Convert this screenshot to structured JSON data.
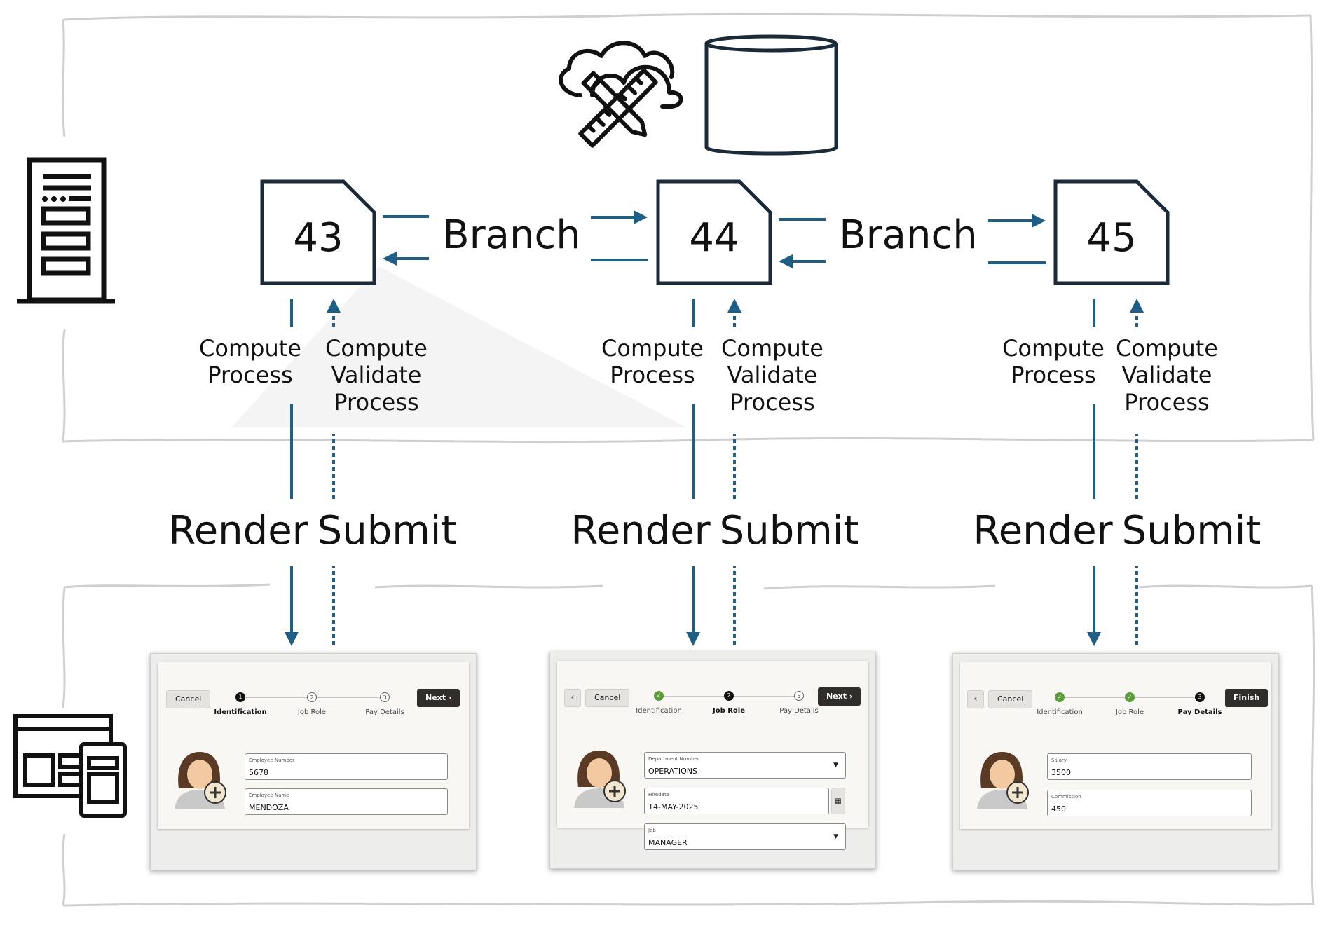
{
  "branch_label": "Branch",
  "pages": [
    {
      "number": "43",
      "compute_process": [
        "Compute",
        "Process"
      ],
      "compute_validate": [
        "Compute",
        "Validate",
        "Process"
      ],
      "render": "Render",
      "submit": "Submit"
    },
    {
      "number": "44",
      "compute_process": [
        "Compute",
        "Process"
      ],
      "compute_validate": [
        "Compute",
        "Validate",
        "Process"
      ],
      "render": "Render",
      "submit": "Submit"
    },
    {
      "number": "45",
      "compute_process": [
        "Compute",
        "Process"
      ],
      "compute_validate": [
        "Compute",
        "Validate",
        "Process"
      ],
      "render": "Render",
      "submit": "Submit"
    }
  ],
  "screens": [
    {
      "cancel": "Cancel",
      "action": "Next ›",
      "steps": [
        "Identification",
        "Job Role",
        "Pay Details"
      ],
      "fields": [
        {
          "label": "Employee Number",
          "value": "5678"
        },
        {
          "label": "Employee Name",
          "value": "MENDOZA"
        }
      ]
    },
    {
      "cancel": "Cancel",
      "action": "Next ›",
      "steps": [
        "Identification",
        "Job Role",
        "Pay Details"
      ],
      "fields": [
        {
          "label": "Department Number",
          "value": "OPERATIONS"
        },
        {
          "label": "Hiredate",
          "value": "14-MAY-2025"
        },
        {
          "label": "Job",
          "value": "MANAGER"
        }
      ]
    },
    {
      "cancel": "Cancel",
      "action": "Finish",
      "steps": [
        "Identification",
        "Job Role",
        "Pay Details"
      ],
      "fields": [
        {
          "label": "Salary",
          "value": "3500"
        },
        {
          "label": "Commission",
          "value": "450"
        }
      ]
    }
  ],
  "colors": {
    "arrow": "#1f5f85",
    "page_border": "#1b2a38",
    "accent_done": "#5c9c3a"
  }
}
